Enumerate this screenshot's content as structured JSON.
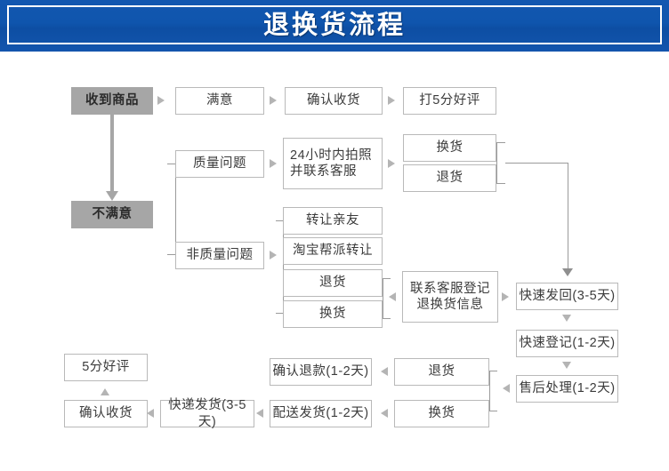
{
  "header": {
    "title": "退换货流程",
    "background_color": "#0f55ad",
    "text_color": "#ffffff"
  },
  "colors": {
    "filled_node": "#a6a6a6",
    "node_border": "#b9b9b9",
    "connector": "#9b9b9b",
    "text": "#3b3b3b"
  },
  "nodes": {
    "received_goods": "收到商品",
    "satisfied": "满意",
    "confirm_receipt_top": "确认收货",
    "five_star_rating_top": "打5分好评",
    "unsatisfied": "不满意",
    "quality_issue": "质量问题",
    "photo_24h": "24小时内拍照\n并联系客服",
    "exchange_top": "换货",
    "return_top": "退货",
    "non_quality_issue": "非质量问题",
    "transfer_to_friend": "转让亲友",
    "taobao_gang_transfer": "淘宝帮派转让",
    "return_mid": "退货",
    "exchange_mid": "换货",
    "contact_service_register": "联系客服登记\n退换货信息",
    "fast_send_back": "快速发回(3-5天)",
    "fast_register": "快速登记(1-2天)",
    "after_sales_process": "售后处理(1-2天)",
    "return_bottom": "退货",
    "exchange_bottom": "换货",
    "confirm_refund": "确认退款(1-2天)",
    "delivery_ship": "配送发货(1-2天)",
    "express_ship": "快递发货(3-5天)",
    "confirm_receipt_bottom": "确认收货",
    "five_star_rating_bottom": "5分好评"
  }
}
